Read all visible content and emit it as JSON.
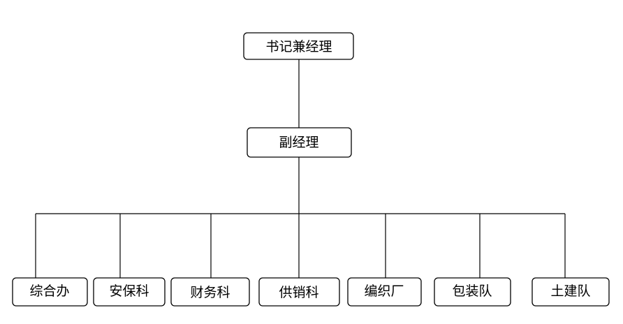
{
  "top": {
    "label": "书记兼经理"
  },
  "middle": {
    "label": "副经理"
  },
  "departments": [
    {
      "label": "综合办"
    },
    {
      "label": "安保科"
    },
    {
      "label": "财务科"
    },
    {
      "label": "供销科"
    },
    {
      "label": "编织厂"
    },
    {
      "label": "包装队"
    },
    {
      "label": "土建队"
    }
  ]
}
